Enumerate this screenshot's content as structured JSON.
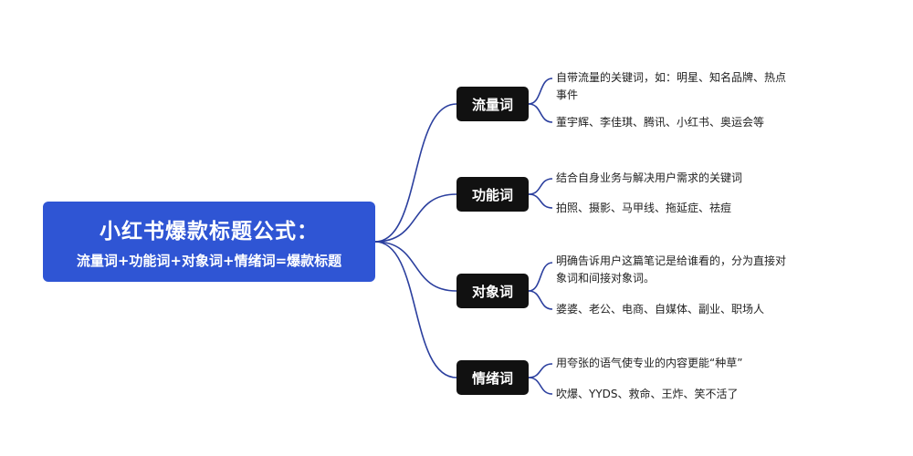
{
  "root": {
    "title": "小红书爆款标题公式：",
    "subtitle": "流量词+功能词+对象词+情绪词=爆款标题"
  },
  "branches": [
    {
      "label": "流量词",
      "leaves": [
        {
          "lines": [
            "自带流量的关键词，如：明星、知名品牌、热点",
            "事件"
          ]
        },
        {
          "lines": [
            "董宇辉、李佳琪、腾讯、小红书、奥运会等"
          ]
        }
      ]
    },
    {
      "label": "功能词",
      "leaves": [
        {
          "lines": [
            "结合自身业务与解决用户需求的关键词"
          ]
        },
        {
          "lines": [
            "拍照、摄影、马甲线、拖延症、祛痘"
          ]
        }
      ]
    },
    {
      "label": "对象词",
      "leaves": [
        {
          "lines": [
            "明确告诉用户这篇笔记是给谁看的，分为直接对",
            "象词和间接对象词。"
          ]
        },
        {
          "lines": [
            "婆婆、老公、电商、自媒体、副业、职场人"
          ]
        }
      ]
    },
    {
      "label": "情绪词",
      "leaves": [
        {
          "lines": [
            "用夸张的语气使专业的内容更能“种草”"
          ]
        },
        {
          "lines": [
            "吹爆、YYDS、救命、王炸、笑不活了"
          ]
        }
      ]
    }
  ],
  "colors": {
    "root_fill": "#2f55d4",
    "branch_fill": "#111111",
    "connector": "#2b3f9e"
  }
}
